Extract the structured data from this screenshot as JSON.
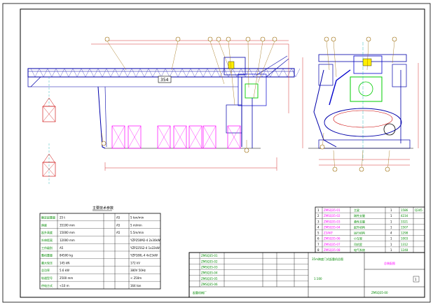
{
  "colors": {
    "frame": "#000000",
    "structure": "#0000cc",
    "boom": "#0000aa",
    "bay": "#ff00ff",
    "dimension": "#cc0000",
    "center_line": "#00aaaa",
    "callout": "#996600",
    "table_text": "#008800",
    "table_highlight": "#ff00ff",
    "machinery": "#00cc00"
  },
  "drawing": {
    "boom_label": "354",
    "spec_title": "主要技术参数",
    "icons": [
      "crane-elevation-view",
      "crane-side-view",
      "hook-block-icon",
      "storage-bay-icon"
    ]
  },
  "spec_table": {
    "rows": [
      {
        "param": "额定起重量",
        "value": "25 t",
        "mech": "A5",
        "speed": "5 ton/min"
      },
      {
        "param": "跨度",
        "value": "35100 mm",
        "mech": "A5",
        "speed": "5 m/min"
      },
      {
        "param": "起升高度",
        "value": "15000 mm",
        "mech": "A5",
        "speed": "5.5m/min"
      },
      {
        "param": "外伸距离",
        "value": "12000 mm",
        "mech": "",
        "speed": "YZP250M2-4 2x30kW"
      },
      {
        "param": "工作级别",
        "value": "A5",
        "mech": "",
        "speed": "YZP225S2-4 1x22kW"
      },
      {
        "param": "整机重量",
        "value": "84500 kg",
        "mech": "",
        "speed": "YZP180L-4 4x15kW"
      },
      {
        "param": "最大轮压",
        "value": "145 kN",
        "mech": "",
        "speed": "172 kV"
      },
      {
        "param": "总功率",
        "value": "5.6 kW",
        "mech": "",
        "speed": "380V 50Hz"
      },
      {
        "param": "轨道型号",
        "value": "2500 mm",
        "mech": "",
        "speed": "< 250m"
      },
      {
        "param": "供电方式",
        "value": "<10 m",
        "mech": "",
        "speed": "164 ton"
      }
    ]
  },
  "parts_list": {
    "rows": [
      {
        "no": "1",
        "code": "ZMSQ35-01",
        "name": "主梁",
        "qty": "1",
        "weight": "1586",
        "remark": "Q345"
      },
      {
        "no": "2",
        "code": "ZMSQ35-02",
        "name": "刚性支腿",
        "qty": "1",
        "weight": "4234",
        "remark": ""
      },
      {
        "no": "3",
        "code": "ZMSQ35-03",
        "name": "柔性支腿",
        "qty": "1",
        "weight": "3321",
        "remark": ""
      },
      {
        "no": "4",
        "code": "ZMSQ35-04",
        "name": "起升机构",
        "qty": "1",
        "weight": "1507",
        "remark": ""
      },
      {
        "no": "5",
        "code": "Z3AKF",
        "name": "运行机构",
        "qty": "4",
        "weight": "1298",
        "remark": ""
      },
      {
        "no": "6",
        "code": "ZMSQ35-06",
        "name": "小车架",
        "qty": "1",
        "weight": "1003",
        "remark": ""
      },
      {
        "no": "7",
        "code": "ZMSQ35-07",
        "name": "司机室",
        "qty": "1",
        "weight": "1312",
        "remark": ""
      },
      {
        "no": "8",
        "code": "ZMSQ35-08",
        "name": "电气系统",
        "qty": "1",
        "weight": "1248",
        "remark": ""
      }
    ]
  },
  "title_block": {
    "drawing_title": "35m跨度门式起重机总图",
    "company": "起重机械厂",
    "drawing_number": "ZMSQ35-00",
    "scale": "1:100",
    "sheet": "1",
    "material": "总装配图",
    "revisions": [
      "ZMSQ35-01",
      "ZMSQ35-02",
      "ZMSQ35-03",
      "ZMSQ35-04",
      "ZMSQ35-05",
      "ZMSQ35-06"
    ]
  }
}
